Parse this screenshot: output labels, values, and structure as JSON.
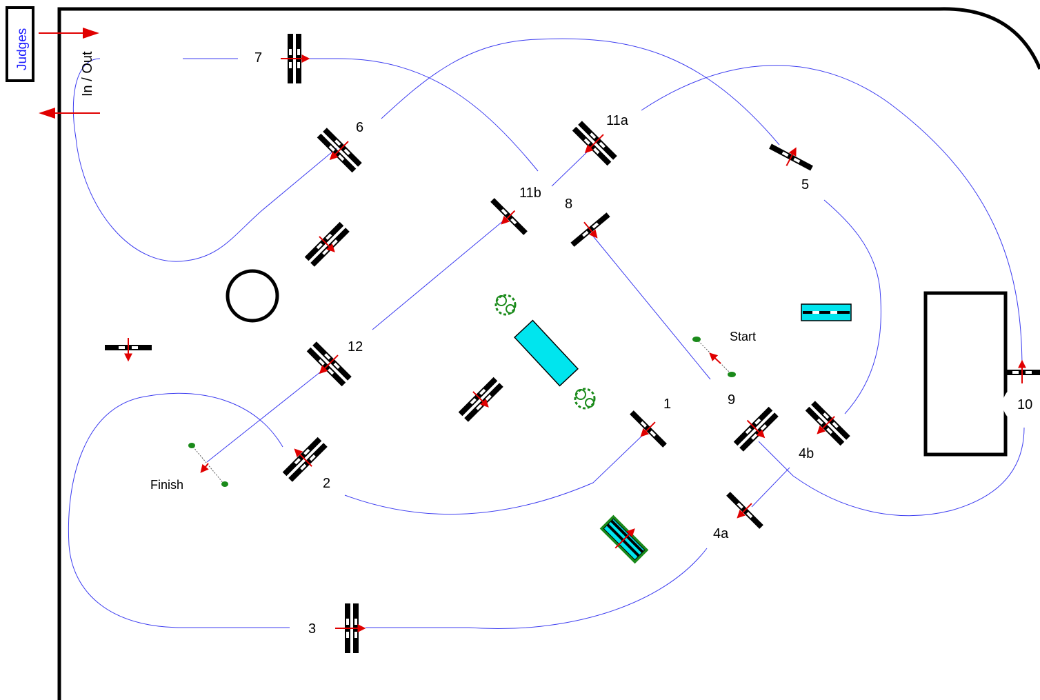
{
  "judges_box": {
    "label": "Judges"
  },
  "gate": {
    "label": "In / Out"
  },
  "markers": {
    "start": "Start",
    "finish": "Finish"
  },
  "obstacles": [
    {
      "label": "1"
    },
    {
      "label": "2"
    },
    {
      "label": "3"
    },
    {
      "label": "4a"
    },
    {
      "label": "4b"
    },
    {
      "label": "5"
    },
    {
      "label": "6"
    },
    {
      "label": "7"
    },
    {
      "label": "8"
    },
    {
      "label": "9"
    },
    {
      "label": "10"
    },
    {
      "label": "11a"
    },
    {
      "label": "11b"
    },
    {
      "label": "12"
    }
  ],
  "colors": {
    "course_path": "#3b3bf0",
    "direction_arrow": "#e00000",
    "pool": "#00e5ee",
    "greenery": "#1a8a1a",
    "wall": "#000000"
  }
}
